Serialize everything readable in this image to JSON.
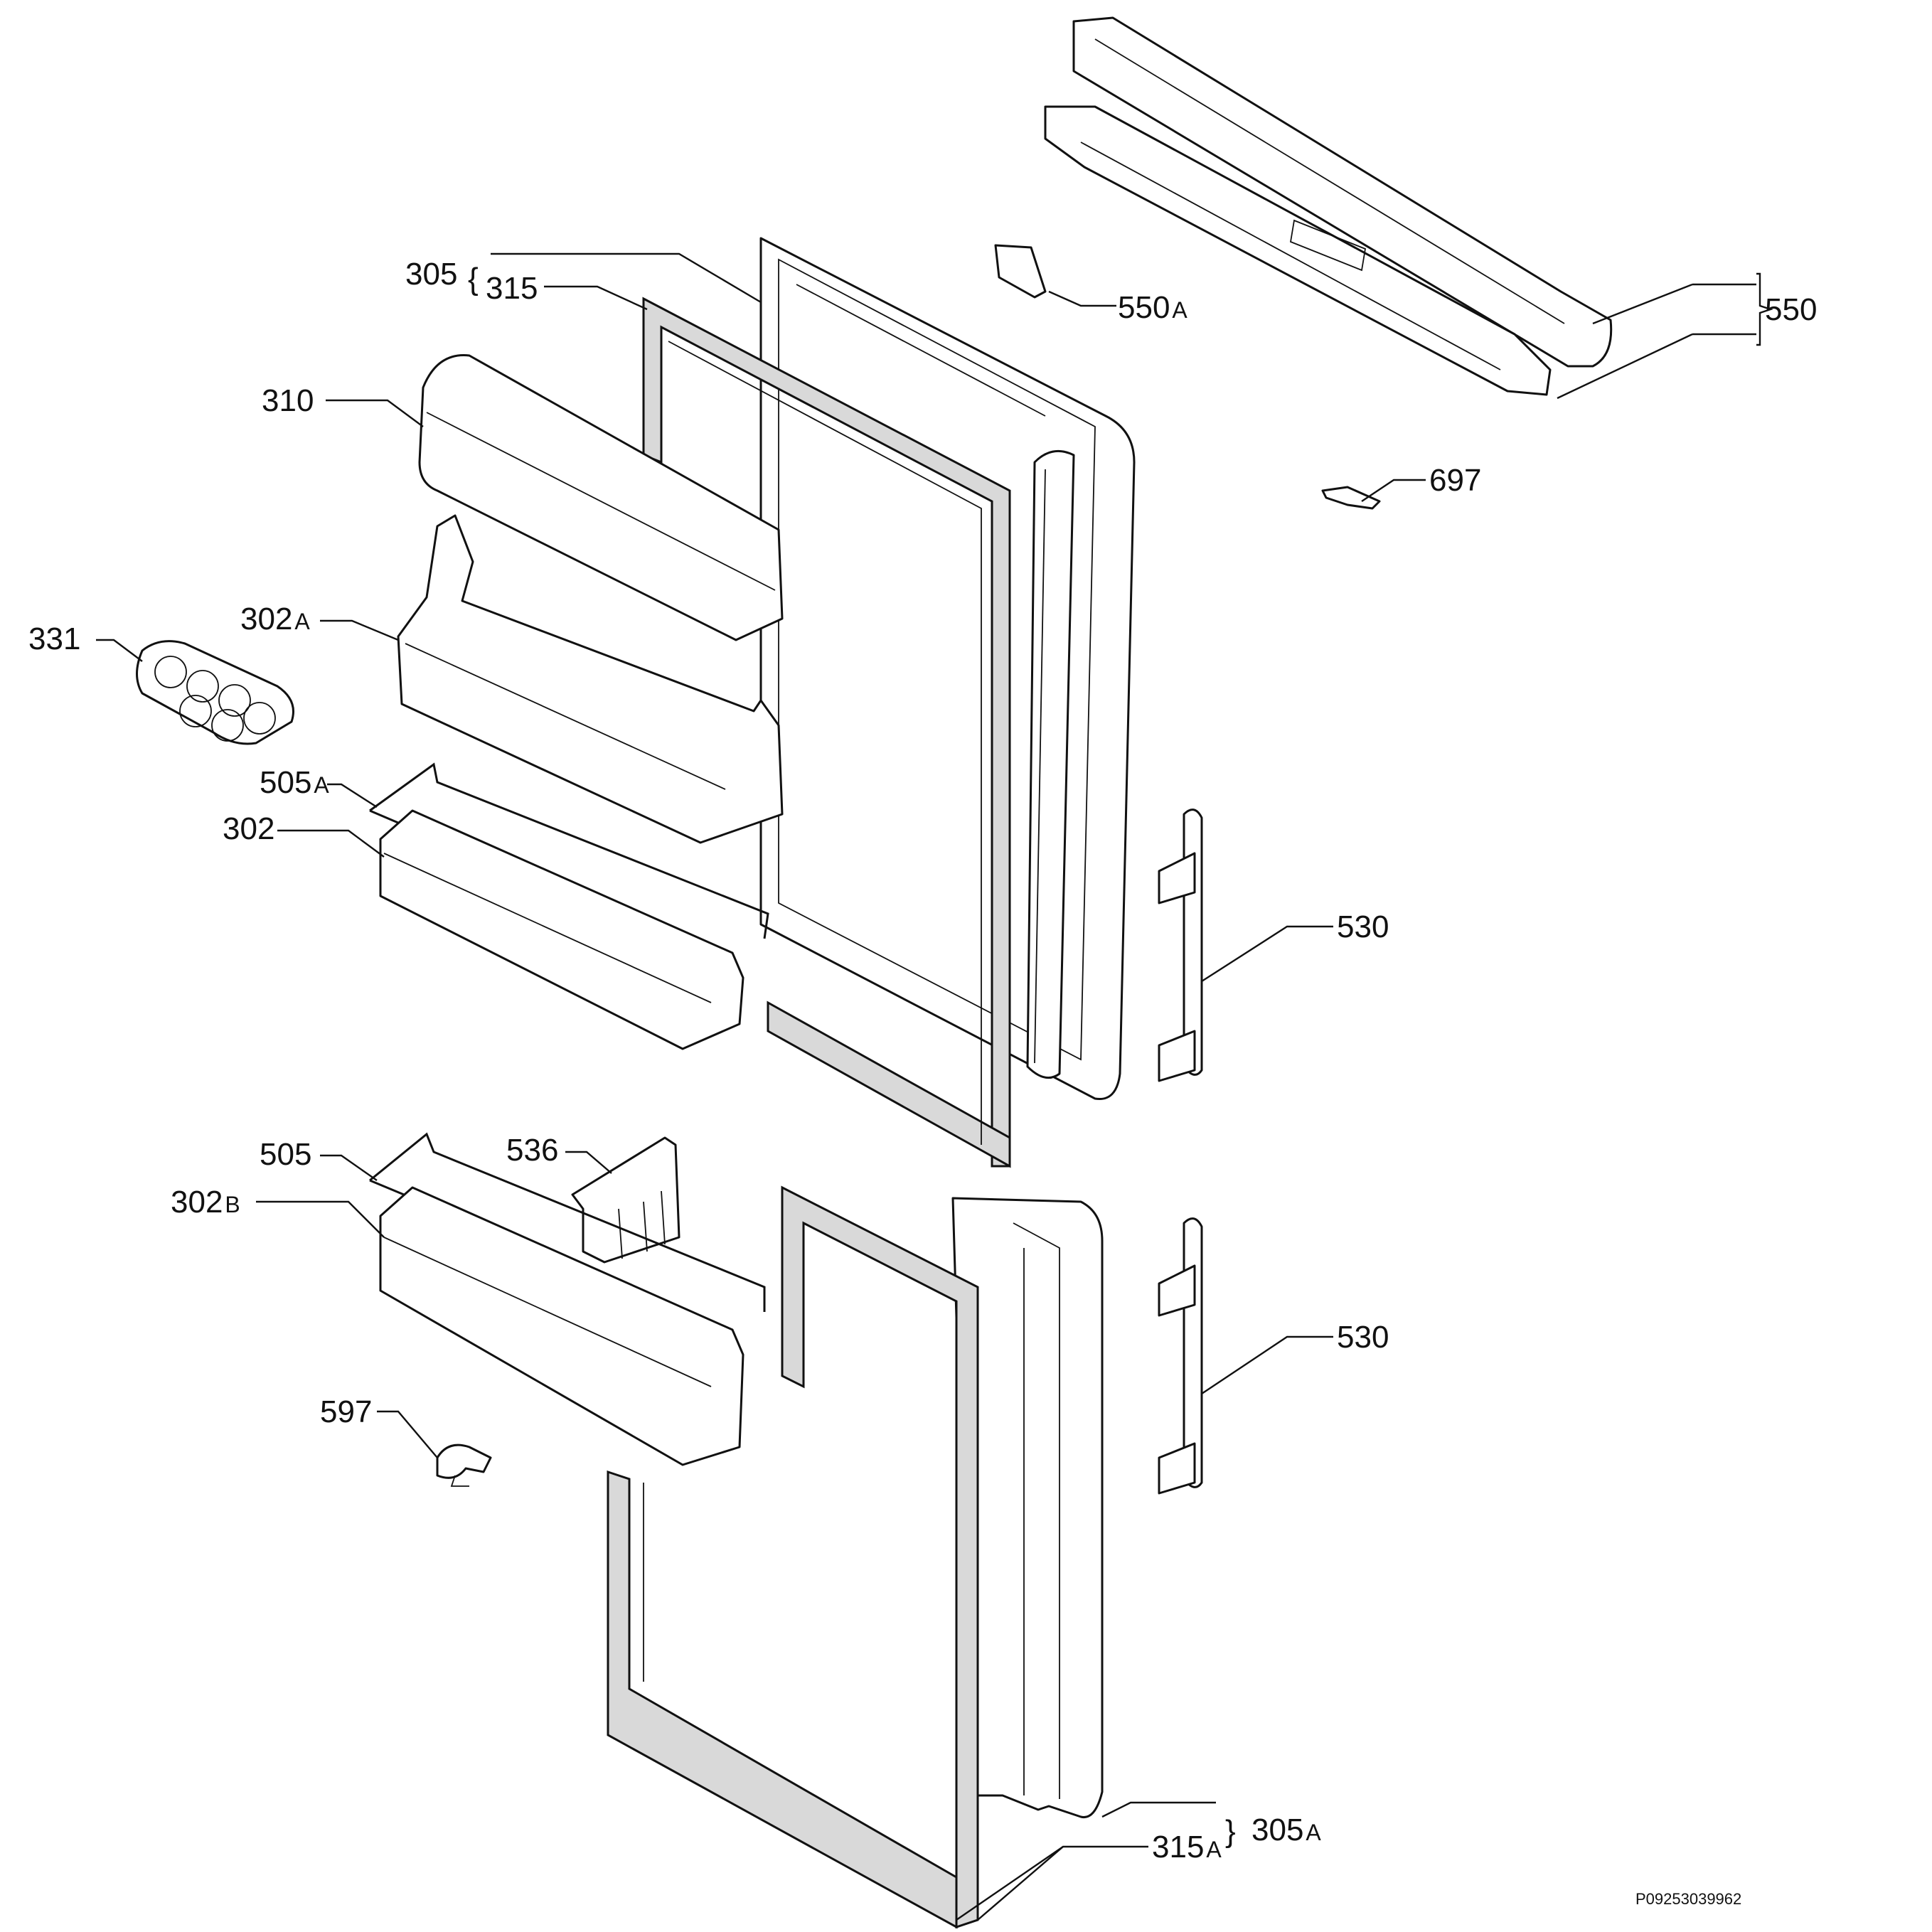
{
  "diagram": {
    "drawing_code": "P09253039962",
    "labels": {
      "l305": {
        "num": "305",
        "suffix": ""
      },
      "l315": {
        "num": "315",
        "suffix": ""
      },
      "l550a": {
        "num": "550",
        "suffix": "A"
      },
      "l550": {
        "num": "550",
        "suffix": ""
      },
      "l310": {
        "num": "310",
        "suffix": ""
      },
      "l697": {
        "num": "697",
        "suffix": ""
      },
      "l302a": {
        "num": "302",
        "suffix": "A"
      },
      "l331": {
        "num": "331",
        "suffix": ""
      },
      "l505a": {
        "num": "505",
        "suffix": "A"
      },
      "l302": {
        "num": "302",
        "suffix": ""
      },
      "l530top": {
        "num": "530",
        "suffix": ""
      },
      "l505": {
        "num": "505",
        "suffix": ""
      },
      "l536": {
        "num": "536",
        "suffix": ""
      },
      "l302b": {
        "num": "302",
        "suffix": "B"
      },
      "l530bot": {
        "num": "530",
        "suffix": ""
      },
      "l597": {
        "num": "597",
        "suffix": ""
      },
      "l305a": {
        "num": "305",
        "suffix": "A"
      },
      "l315a": {
        "num": "315",
        "suffix": "A"
      }
    }
  }
}
